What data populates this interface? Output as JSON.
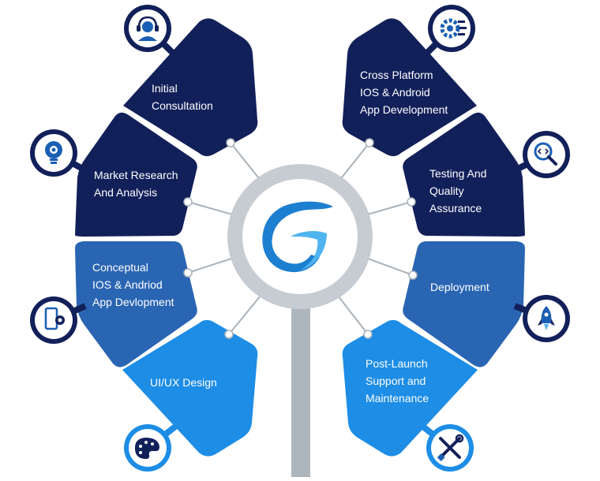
{
  "colors": {
    "navy": "#12205a",
    "dark_blue": "#1b3f87",
    "mid_blue": "#2a65b3",
    "light_blue": "#1d8de6",
    "hub_ring": "#c6ccd2",
    "stem": "#aeb6bd"
  },
  "hub": {
    "logo": "stylized G logo"
  },
  "steps": [
    {
      "lines": [
        "Initial",
        "Consultation"
      ],
      "icon": "headset-icon"
    },
    {
      "lines": [
        "Market Research",
        "And Analysis"
      ],
      "icon": "lightbulb-gear-icon"
    },
    {
      "lines": [
        "Conceptual",
        "IOS & Andriod",
        "App Devlopment"
      ],
      "icon": "mobile-settings-icon"
    },
    {
      "lines": [
        "UI/UX Design"
      ],
      "icon": "palette-icon"
    },
    {
      "lines": [
        "Cross Platform",
        "IOS & Android",
        "App Development"
      ],
      "icon": "gear-code-icon"
    },
    {
      "lines": [
        "Testing And",
        "Quality",
        "Assurance"
      ],
      "icon": "magnifier-code-icon"
    },
    {
      "lines": [
        "Deployment"
      ],
      "icon": "rocket-icon"
    },
    {
      "lines": [
        "Post-Launch",
        "Support and",
        "Maintenance"
      ],
      "icon": "tools-icon"
    }
  ]
}
